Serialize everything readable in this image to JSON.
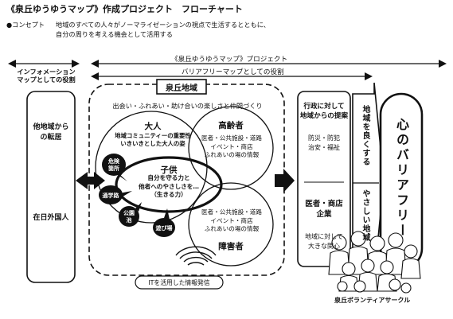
{
  "title": "《泉丘ゆうゆうマップ》作成プロジェクト　フローチャート",
  "concept": {
    "label": "●コンセプト",
    "lines": [
      "地域のすべての人々がノーマライゼーションの視点で生活するとともに、",
      "自分の周りを考える機会として活用する"
    ]
  },
  "headers": {
    "project": "《泉丘ゆうゆうマップ》プロジェクト",
    "info_map_l1": "インフォメーション",
    "info_map_l2": "マップとしての役割",
    "barrier_free_map": "バリアフリーマップとしての役割"
  },
  "left_box": {
    "from_other_l1": "他地域から",
    "from_other_l2": "の転居",
    "foreign": "在日外国人"
  },
  "area": {
    "label": "泉丘地域",
    "motto": "出会い・ふれあい・助け合いの楽しさと仲間づくり",
    "adults": {
      "title": "大人",
      "line1": "地域コミュニティーの重要性",
      "line2": "いきいきとした大人の姿"
    },
    "elderly": {
      "title": "高齢者",
      "line1": "医者・公共施設・道路",
      "line2": "イベント・商店",
      "line3": "ふれあいの場の情報"
    },
    "disabled": {
      "title": "障害者",
      "line1": "医者・公共施設・道路",
      "line2": "イベント・商店",
      "line3": "ふれあいの場の情報"
    },
    "children": {
      "title": "子供",
      "line1": "自分を守る力と",
      "line2": "他者へのやさしさを…",
      "line3": "（生きる力）"
    },
    "bubbles": {
      "danger_l1": "危険",
      "danger_l2": "箇所",
      "school_road": "通学路",
      "park": "公園",
      "pond": "池",
      "play": "遊び場"
    },
    "it_label": "ITを活用した情報発信"
  },
  "right_box": {
    "gov_l1": "行政に対して",
    "gov_l2": "地域からの提案",
    "gov_l3": "防災・防犯",
    "gov_l4": "治安・福祉",
    "doc_l1": "医者・商店",
    "doc_l2": "企業",
    "doc_l3": "地域に対して",
    "doc_l4": "大きな関心"
  },
  "arrow_labels": {
    "upper": "地域を良くする",
    "lower": "やさしい地域"
  },
  "result": "心のバリアフリー",
  "circle_name": "泉丘ボランティアサークル"
}
